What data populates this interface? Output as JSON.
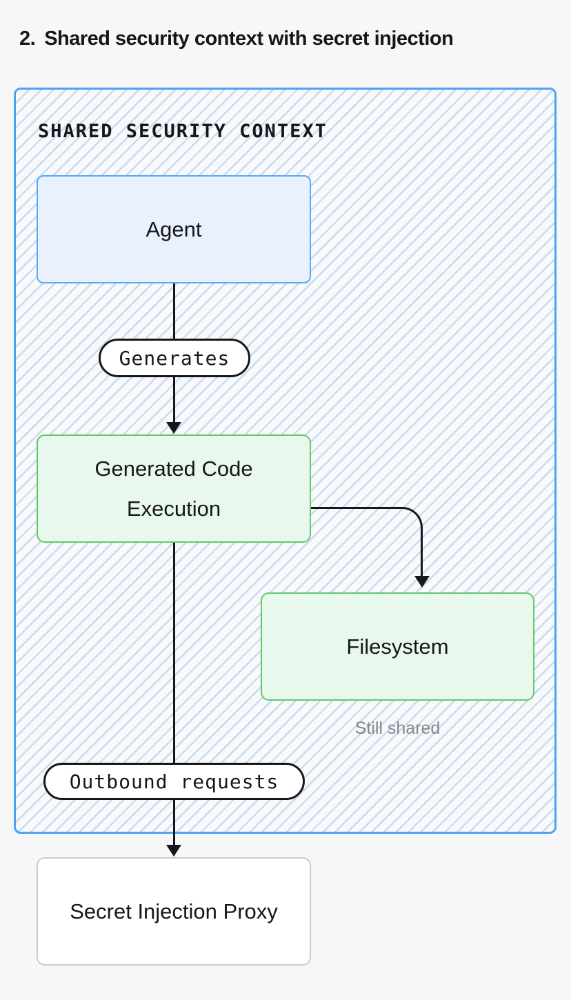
{
  "title": {
    "number": "2.",
    "text": "Shared security context with secret injection"
  },
  "container": {
    "label": "SHARED SECURITY CONTEXT"
  },
  "nodes": {
    "agent": {
      "label": "Agent"
    },
    "generated_code": {
      "label": "Generated Code Execution"
    },
    "filesystem": {
      "label": "Filesystem"
    },
    "proxy": {
      "label": "Secret Injection Proxy"
    }
  },
  "edges": {
    "generates": {
      "label": "Generates"
    },
    "outbound": {
      "label": "Outbound requests"
    }
  },
  "annotations": {
    "still_shared": "Still shared"
  },
  "colors": {
    "container_border": "#4aa4f5",
    "hatch_line": "#a0c0e9",
    "agent_fill": "#e8f1fd",
    "agent_border": "#58aaf2",
    "green_fill": "#e9f8ec",
    "green_border": "#5fc96c",
    "proxy_border": "#cbccd0",
    "arrow": "#17171b",
    "note_text": "#86888d",
    "page_background": "#f7f7f8"
  }
}
